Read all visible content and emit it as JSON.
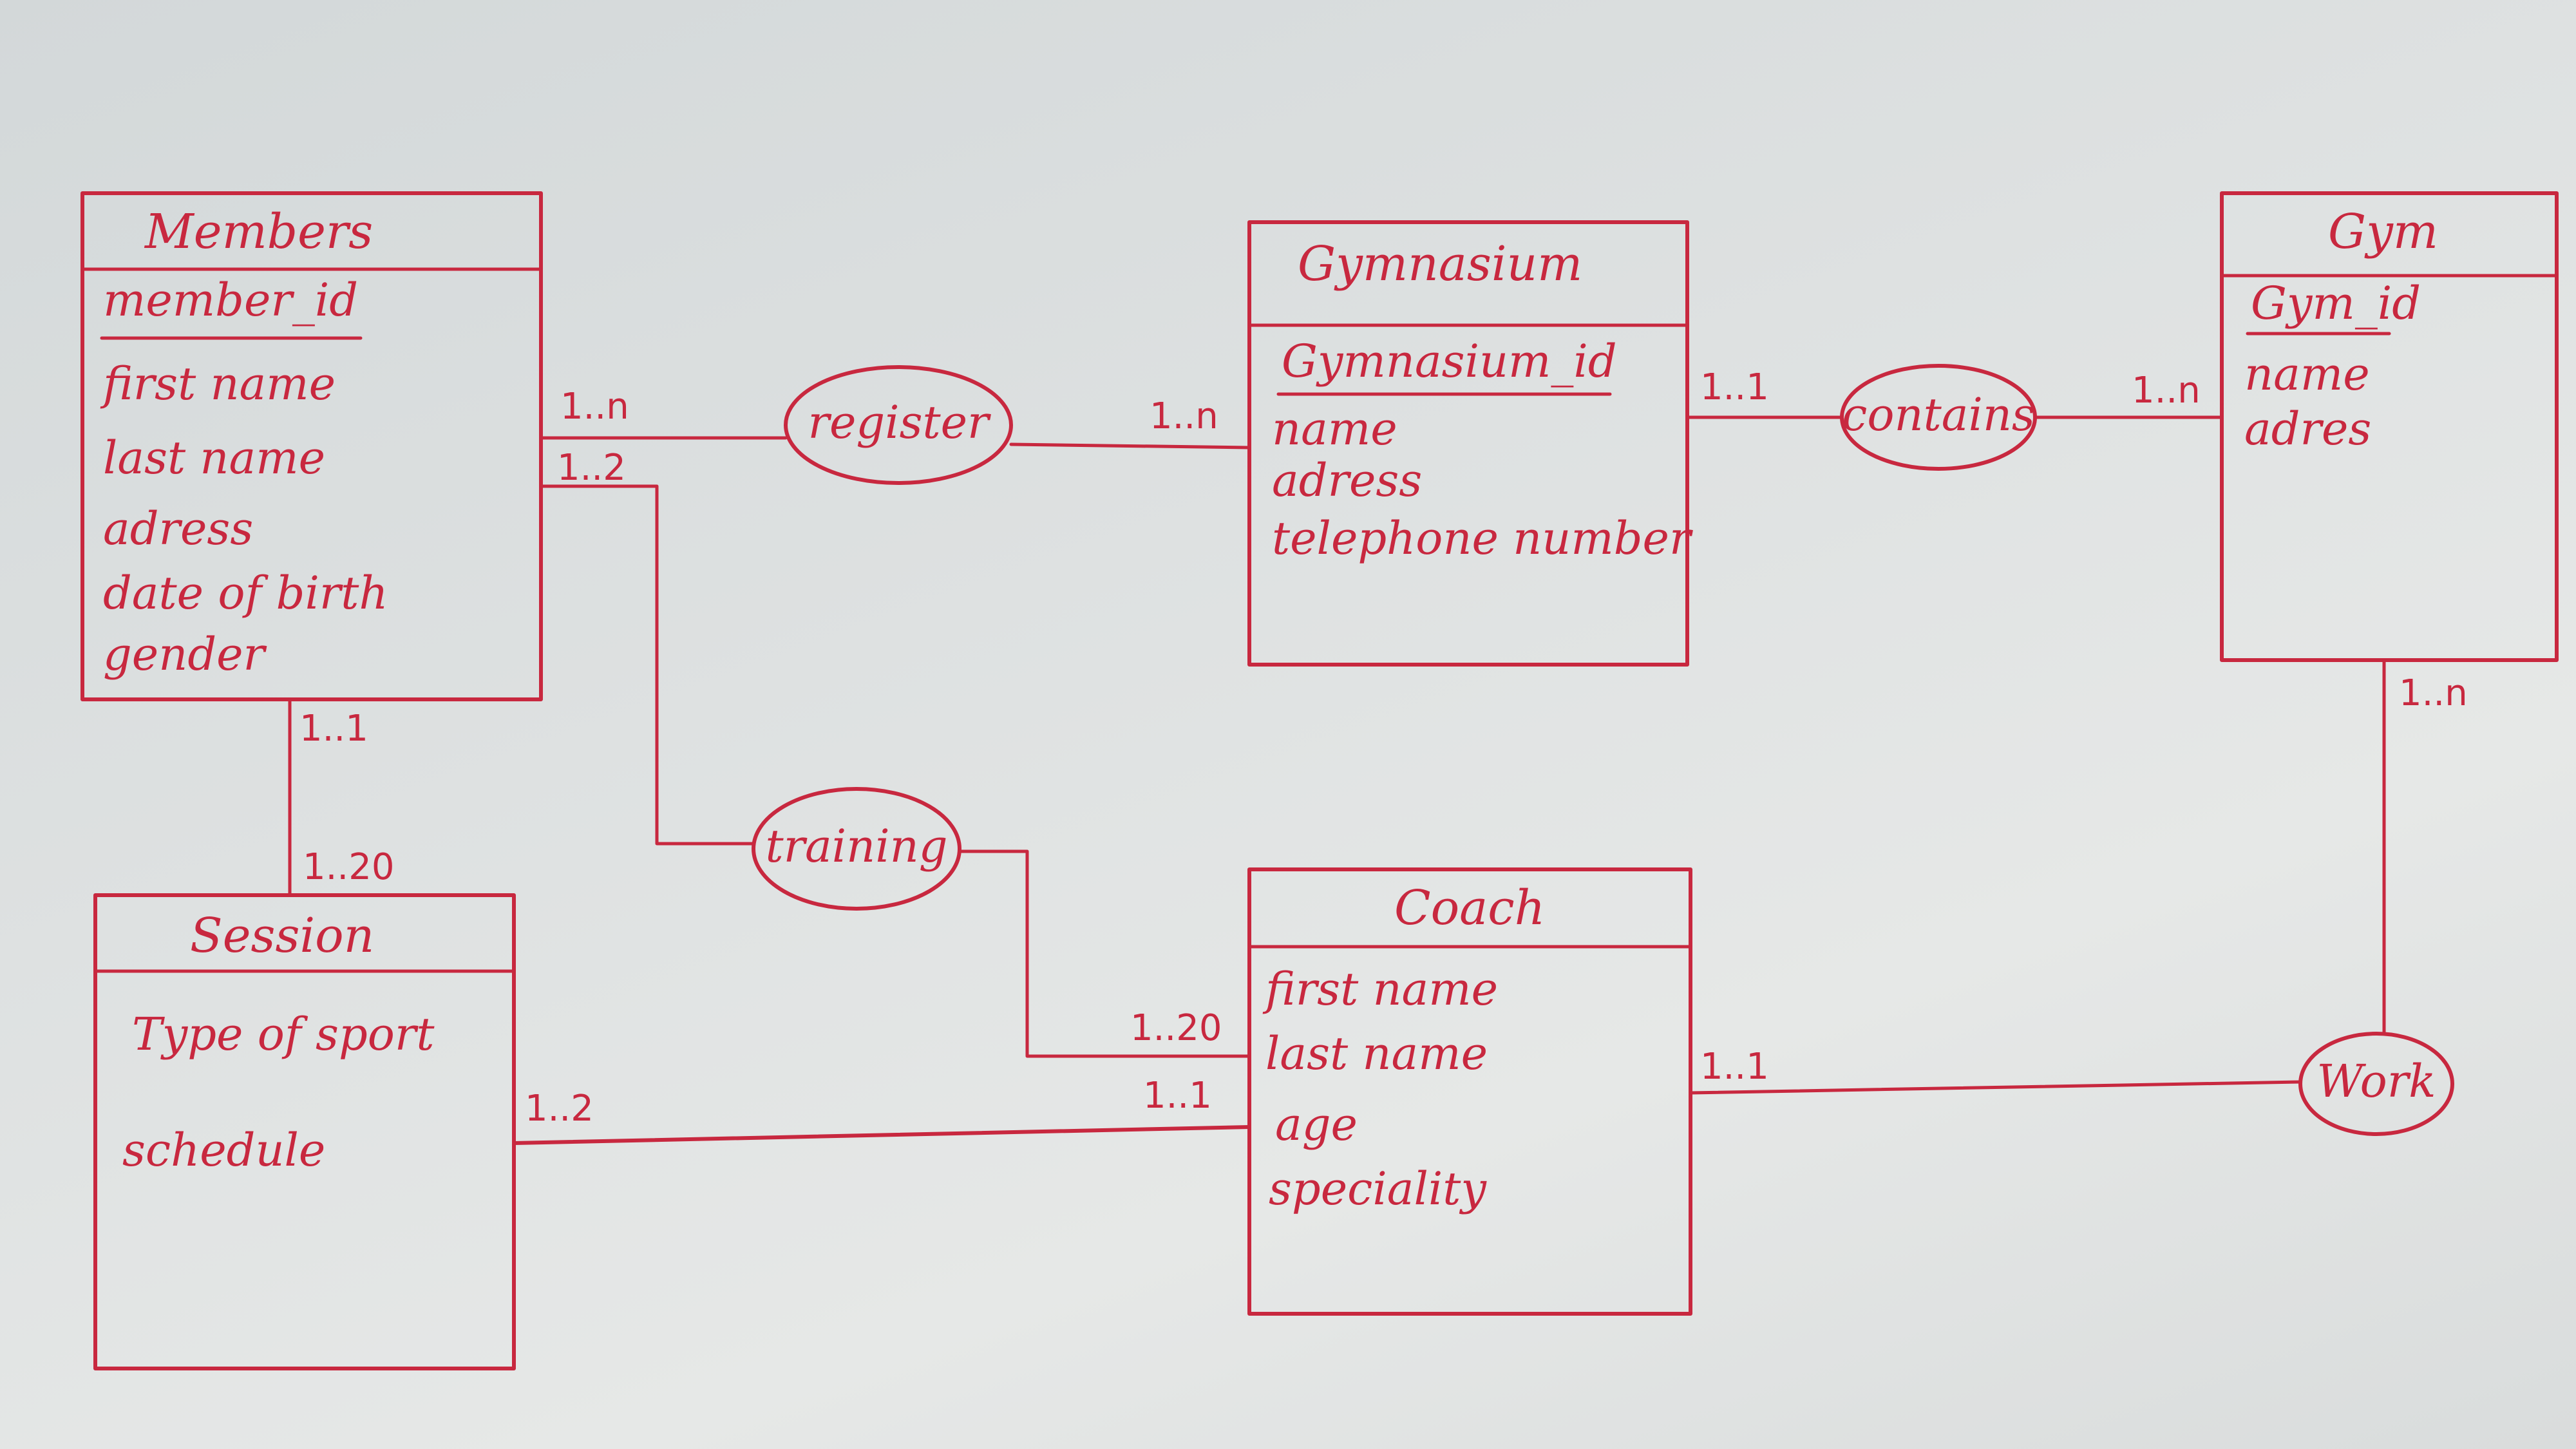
{
  "entities": {
    "members": {
      "title": "Members",
      "key": "member_id",
      "attributes": [
        "first name",
        "last name",
        "adress",
        "date of birth",
        "gender"
      ]
    },
    "gymnasium": {
      "title": "Gymnasium",
      "key": "Gymnasium_id",
      "attributes": [
        "name",
        "adress",
        "telephone number"
      ]
    },
    "gym": {
      "title": "Gym",
      "key": "Gym_id",
      "attributes": [
        "name",
        "adres"
      ]
    },
    "session": {
      "title": "Session",
      "attributes": [
        "Type of sport",
        "schedule"
      ]
    },
    "coach": {
      "title": "Coach",
      "attributes": [
        "first name",
        "last name",
        "age",
        "speciality"
      ]
    }
  },
  "relations": {
    "register": "register",
    "contains": "contains",
    "training": "training",
    "work": "Work"
  },
  "cardinalities": {
    "members_register": "1..n",
    "members_training": "1..2",
    "register_gymnasium": "1..n",
    "gymnasium_contains": "1..1",
    "contains_gym": "1..n",
    "gym_work": "1..n",
    "members_session": "1..1",
    "session_members": "1..20",
    "training_coach": "1..20",
    "session_coach": "1..2",
    "coach_session": "1..1",
    "coach_work": "1..1"
  },
  "colors": {
    "ink": "#c8283f",
    "paper": "#dfe2e2"
  }
}
